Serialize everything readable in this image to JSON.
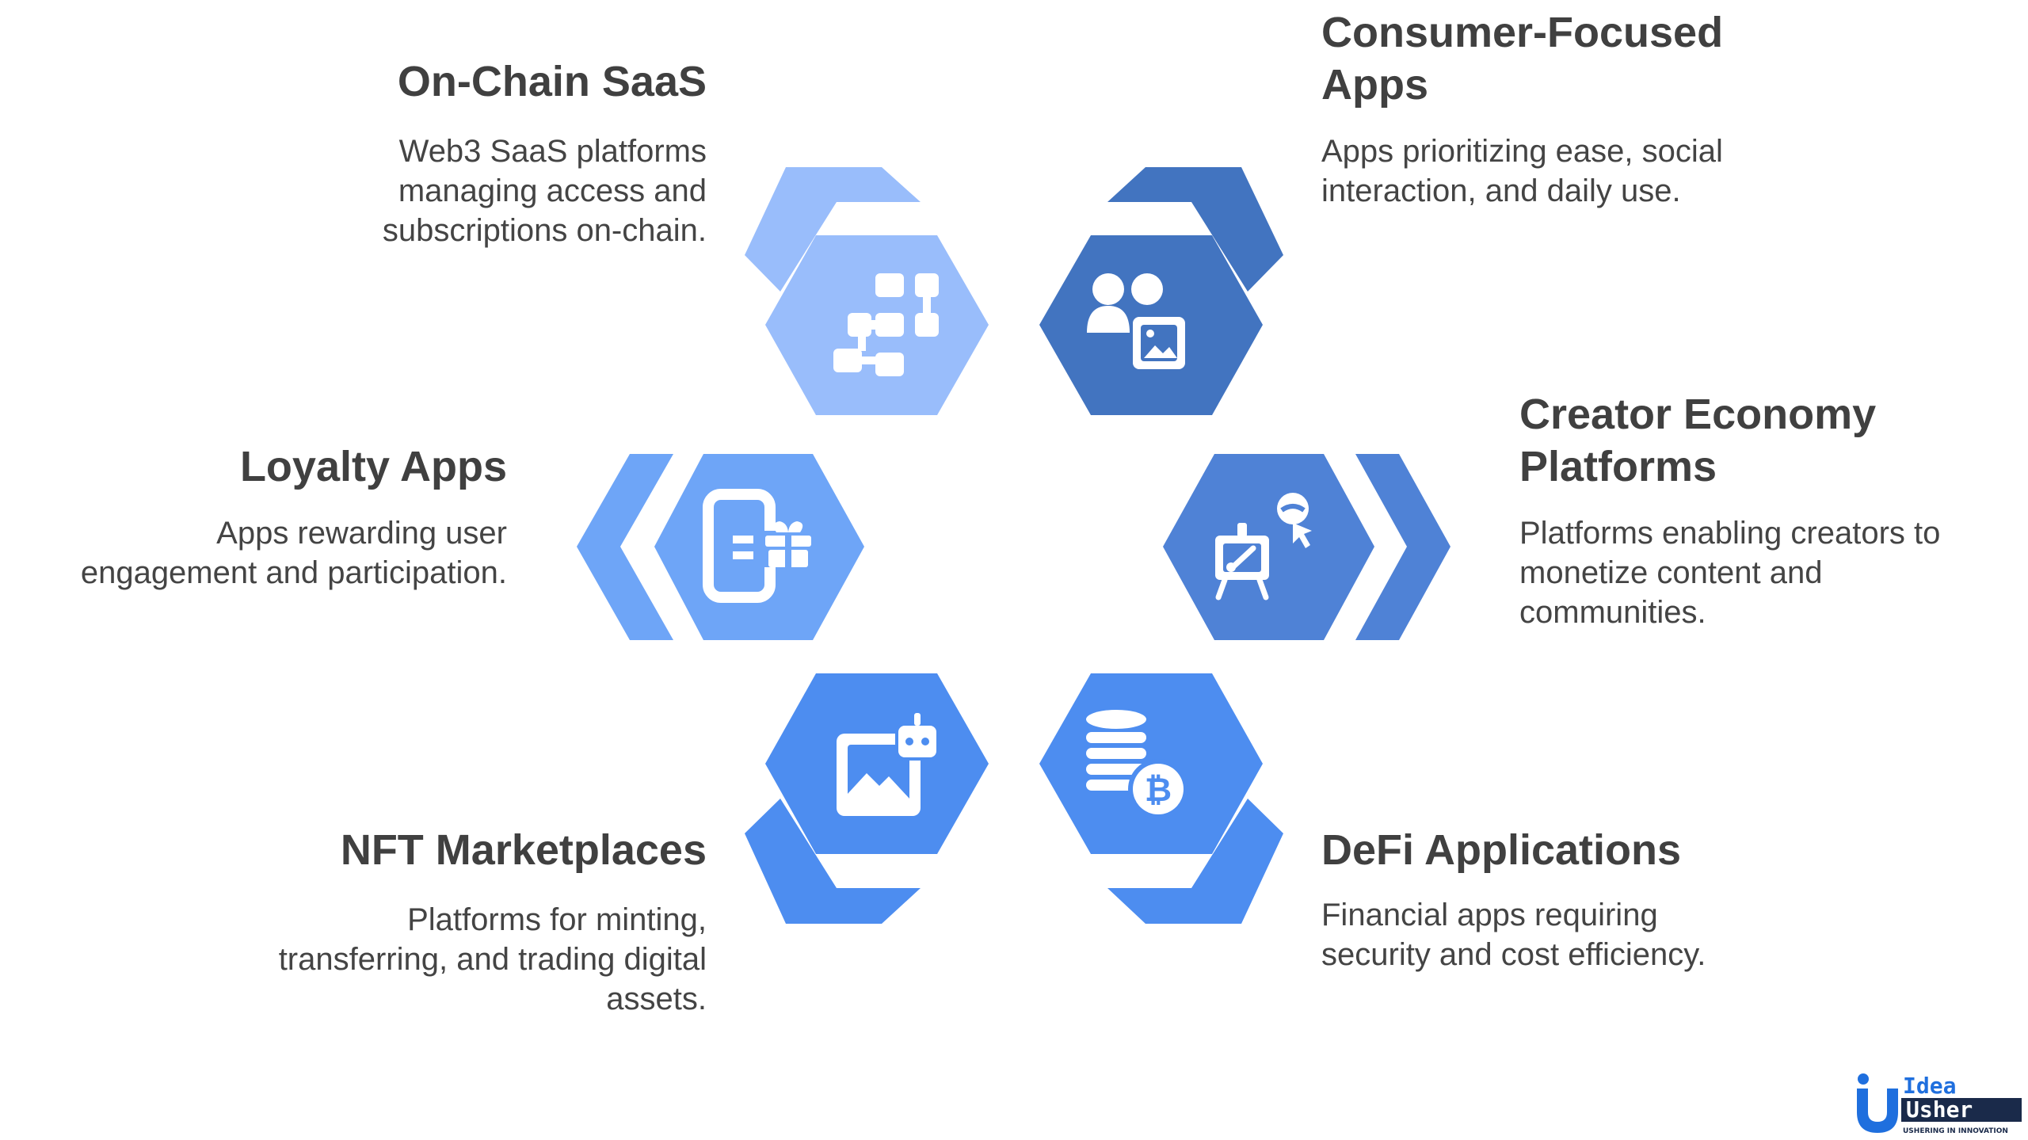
{
  "items": [
    {
      "id": "onchain-saas",
      "title": "On-Chain SaaS",
      "description": [
        "Web3 SaaS platforms",
        "managing access and",
        "subscriptions on-chain."
      ],
      "icon": "flowchart-icon",
      "color": "#99bdfb"
    },
    {
      "id": "consumer-apps",
      "title": [
        "Consumer-Focused",
        "Apps"
      ],
      "description": [
        "Apps prioritizing ease, social",
        "interaction, and daily use."
      ],
      "icon": "users-image-icon",
      "color": "#4274c0"
    },
    {
      "id": "loyalty-apps",
      "title": "Loyalty Apps",
      "description": [
        "Apps rewarding user",
        "engagement and participation."
      ],
      "icon": "phone-gift-icon",
      "color": "#6ea5f7"
    },
    {
      "id": "creator-economy",
      "title": [
        "Creator Economy",
        "Platforms"
      ],
      "description": [
        "Platforms enabling creators to",
        "monetize content and",
        "communities."
      ],
      "icon": "easel-cursor-icon",
      "color": "#4f82d6"
    },
    {
      "id": "nft-marketplaces",
      "title": "NFT Marketplaces",
      "description": [
        "Platforms for minting,",
        "transferring, and trading digital",
        "assets."
      ],
      "icon": "image-robot-icon",
      "color": "#4d8df0"
    },
    {
      "id": "defi-applications",
      "title": "DeFi Applications",
      "description": [
        "Financial apps requiring",
        "security and cost efficiency."
      ],
      "icon": "coins-bitcoin-icon",
      "color": "#4d8df0"
    }
  ],
  "logo": {
    "top": "Idea",
    "bottom": "Usher",
    "tagline": "USHERING IN INNOVATION",
    "color_blue": "#1f6fde",
    "color_dark": "#1a2a4a"
  }
}
